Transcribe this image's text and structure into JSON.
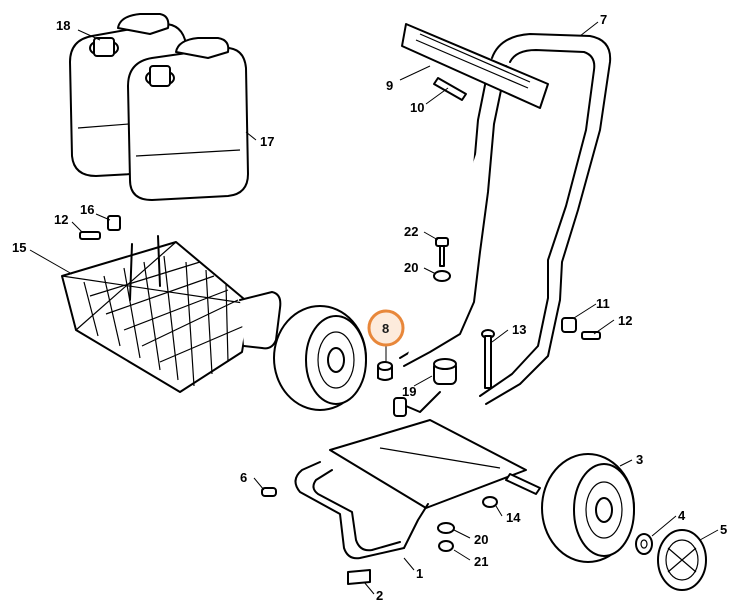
{
  "diagram": {
    "callouts": {
      "c1": "1",
      "c2": "2",
      "c3": "3",
      "c4": "4",
      "c5": "5",
      "c6": "6",
      "c7": "7",
      "c8": "8",
      "c9": "9",
      "c10": "10",
      "c11": "11",
      "c12a": "12",
      "c12b": "12",
      "c13": "13",
      "c14": "14",
      "c15": "15",
      "c16": "16",
      "c17": "17",
      "c18": "18",
      "c19": "19",
      "c20a": "20",
      "c20b": "20",
      "c21": "21",
      "c22": "22"
    },
    "highlight_color": "#f0a060",
    "highlighted_part": "8"
  }
}
